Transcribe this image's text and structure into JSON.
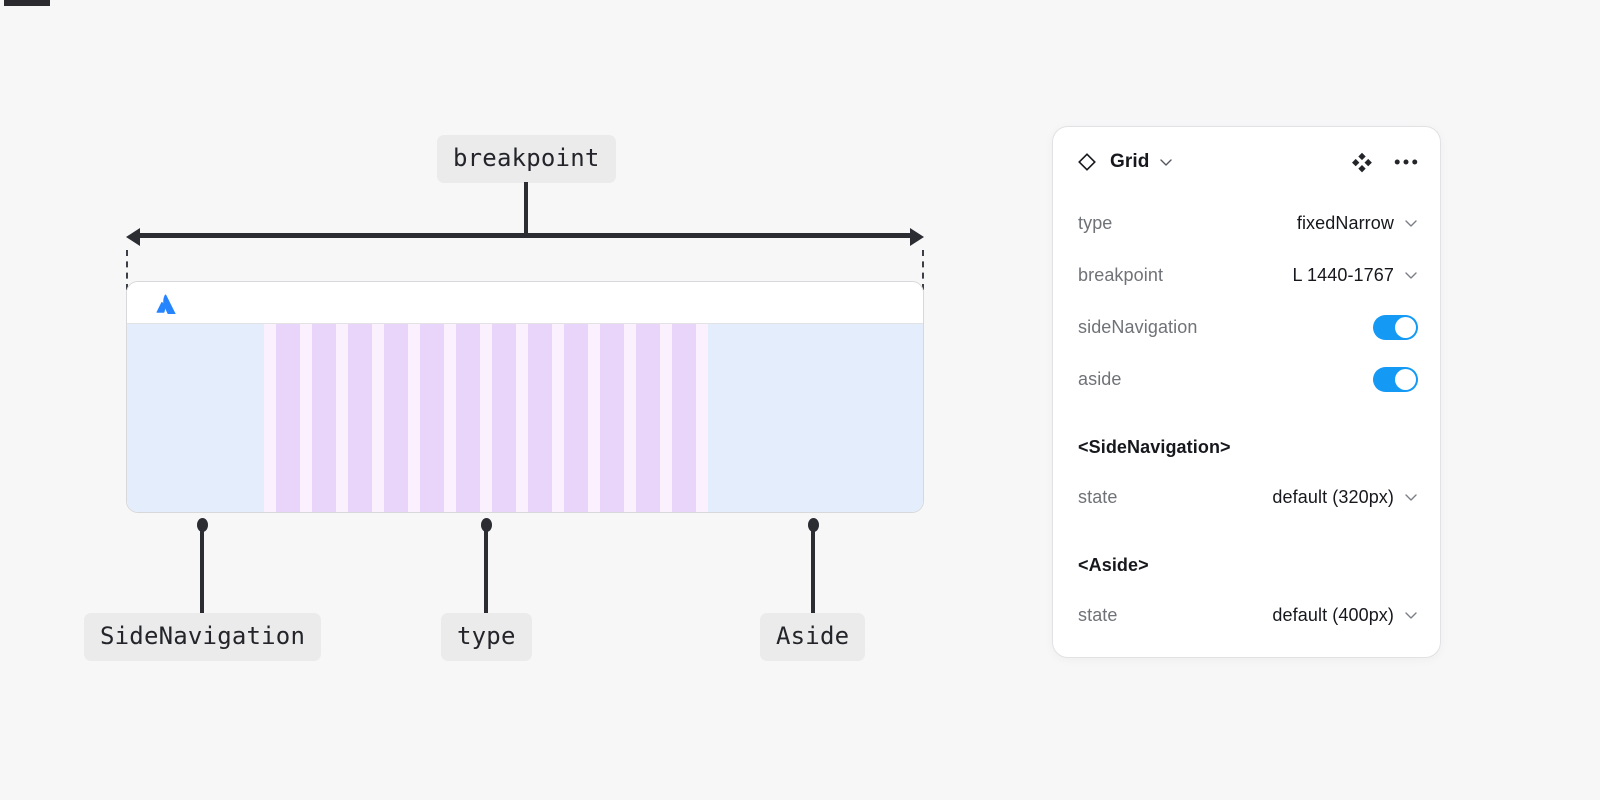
{
  "canvas": {
    "background_color": "#f7f7f8"
  },
  "diagram": {
    "annotations": {
      "breakpoint": "breakpoint",
      "side_navigation": "SideNavigation",
      "type": "type",
      "aside": "Aside"
    },
    "mock": {
      "logo_name": "atlassian-logo",
      "regions": {
        "sidenav_color": "#e3edfc",
        "content_color": "#faf0fe",
        "column_color": "#e9d5fa",
        "aside_color": "#e3edfc"
      },
      "column_count": 12
    }
  },
  "panel": {
    "icon": "component-diamond-icon",
    "title": "Grid",
    "title_chevron": "chevron-down-icon",
    "actions": {
      "variants": "variants-icon",
      "more": "more-options-icon"
    },
    "properties": [
      {
        "label": "type",
        "control": "select",
        "value": "fixedNarrow"
      },
      {
        "label": "breakpoint",
        "control": "select",
        "value": "L 1440-1767"
      },
      {
        "label": "sideNavigation",
        "control": "toggle",
        "value": "on"
      },
      {
        "label": "aside",
        "control": "toggle",
        "value": "on"
      }
    ],
    "sections": [
      {
        "title": "<SideNavigation>",
        "properties": [
          {
            "label": "state",
            "control": "select",
            "value": "default (320px)"
          }
        ]
      },
      {
        "title": "<Aside>",
        "properties": [
          {
            "label": "state",
            "control": "select",
            "value": "default (400px)"
          }
        ]
      }
    ],
    "accent_color": "#1499f5"
  }
}
